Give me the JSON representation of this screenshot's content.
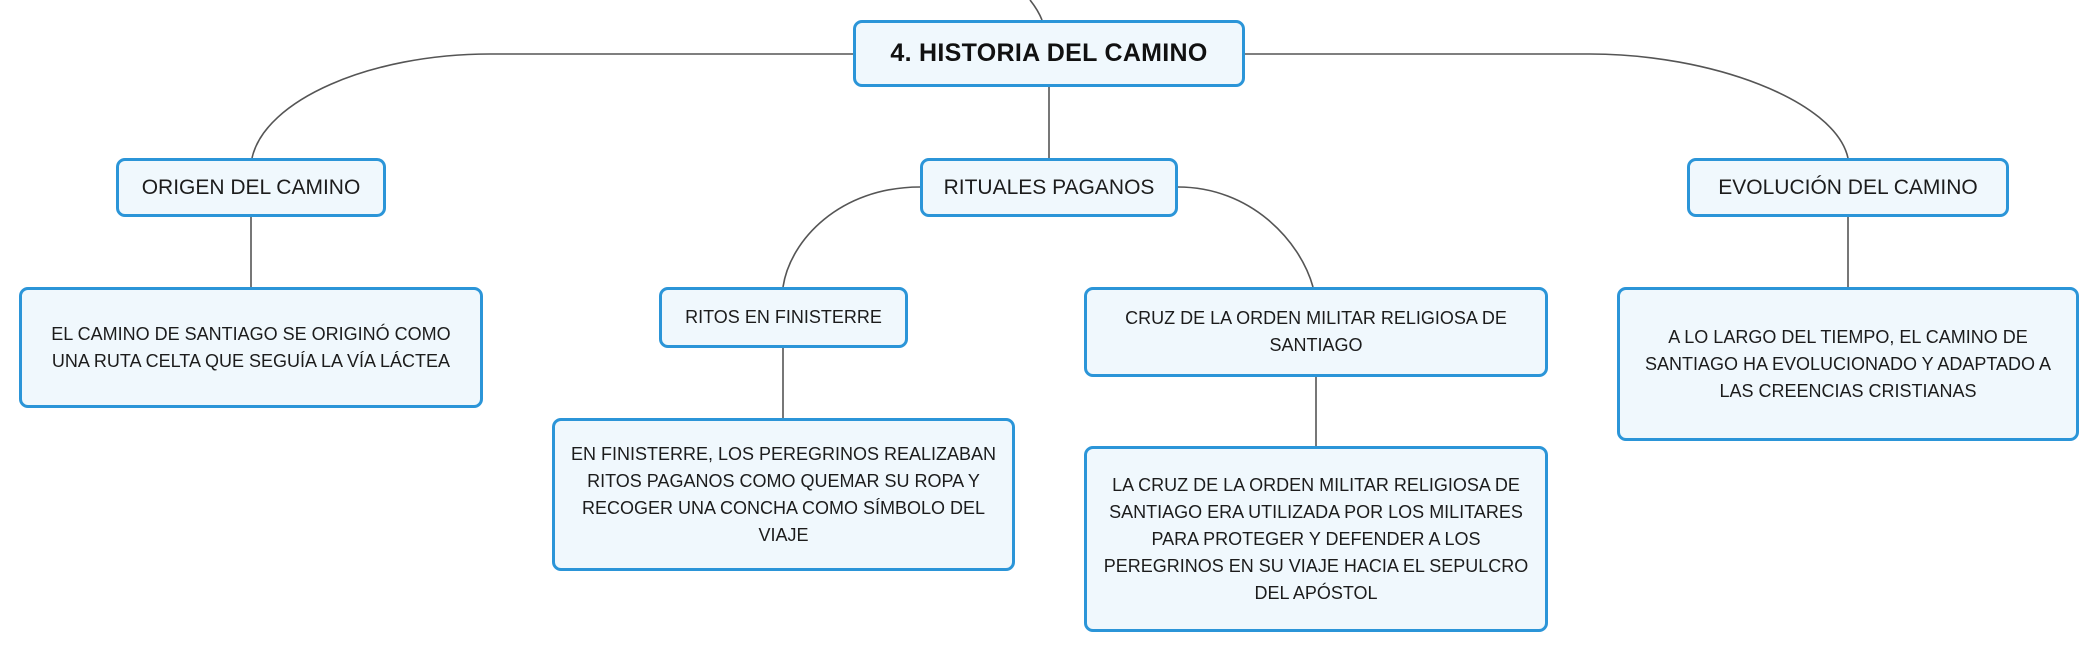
{
  "colors": {
    "node_border": "#2b95d8",
    "node_fill": "#f0f8fd",
    "line": "#555555"
  },
  "root": {
    "label": "4. HISTORIA DEL CAMINO"
  },
  "branches": {
    "origen": {
      "label": "ORIGEN DEL CAMINO",
      "detail": "EL CAMINO DE SANTIAGO SE ORIGINÓ COMO UNA RUTA CELTA QUE SEGUÍA LA VÍA LÁCTEA"
    },
    "rituales": {
      "label": "RITUALES PAGANOS",
      "ritos": {
        "label": "RITOS EN FINISTERRE",
        "detail": "EN FINISTERRE, LOS PEREGRINOS REALIZABAN RITOS PAGANOS COMO QUEMAR SU ROPA Y RECOGER UNA CONCHA COMO SÍMBOLO DEL VIAJE"
      },
      "cruz": {
        "label": "CRUZ DE LA ORDEN MILITAR RELIGIOSA DE SANTIAGO",
        "detail": "LA CRUZ DE LA ORDEN MILITAR RELIGIOSA DE SANTIAGO ERA UTILIZADA POR LOS MILITARES PARA PROTEGER Y DEFENDER A LOS PEREGRINOS EN SU VIAJE HACIA EL SEPULCRO DEL APÓSTOL"
      }
    },
    "evolucion": {
      "label": "EVOLUCIÓN DEL CAMINO",
      "detail": "A LO LARGO DEL TIEMPO, EL CAMINO DE SANTIAGO HA EVOLUCIONADO Y ADAPTADO A LAS CREENCIAS CRISTIANAS"
    }
  }
}
